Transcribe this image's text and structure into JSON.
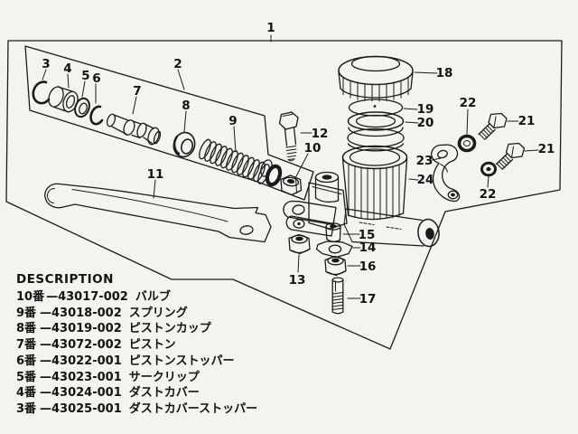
{
  "page": {
    "background_color": "#f4f3ef",
    "ink_color": "#1b1b1b"
  },
  "parts_list": {
    "title": "DESCRIPTION",
    "items": [
      {
        "ref": "10番",
        "code": "—43017-002",
        "name": "バルブ"
      },
      {
        "ref": "9番",
        "code": "—43018-002",
        "name": "スプリング"
      },
      {
        "ref": "8番",
        "code": "—43019-002",
        "name": "ピストンカップ"
      },
      {
        "ref": "7番",
        "code": "—43072-002",
        "name": "ピストン"
      },
      {
        "ref": "6番",
        "code": "—43022-001",
        "name": "ピストンストッパー"
      },
      {
        "ref": "5番",
        "code": "—43023-001",
        "name": "サークリップ"
      },
      {
        "ref": "4番",
        "code": "—43024-001",
        "name": "ダストカバー"
      },
      {
        "ref": "3番",
        "code": "—43025-001",
        "name": "ダストカバーストッパー"
      }
    ]
  },
  "diagram": {
    "callouts": {
      "n1": "1",
      "n2": "2",
      "n3": "3",
      "n4": "4",
      "n5": "5",
      "n6": "6",
      "n7": "7",
      "n8": "8",
      "n9": "9",
      "n10": "10",
      "n11": "11",
      "n12": "12",
      "n13": "13",
      "n14": "14",
      "n15": "15",
      "n16": "16",
      "n17": "17",
      "n18": "18",
      "n19": "19",
      "n20": "20",
      "n21a": "21",
      "n21b": "21",
      "n22a": "22",
      "n22b": "22",
      "n23": "23",
      "n24": "24"
    }
  }
}
